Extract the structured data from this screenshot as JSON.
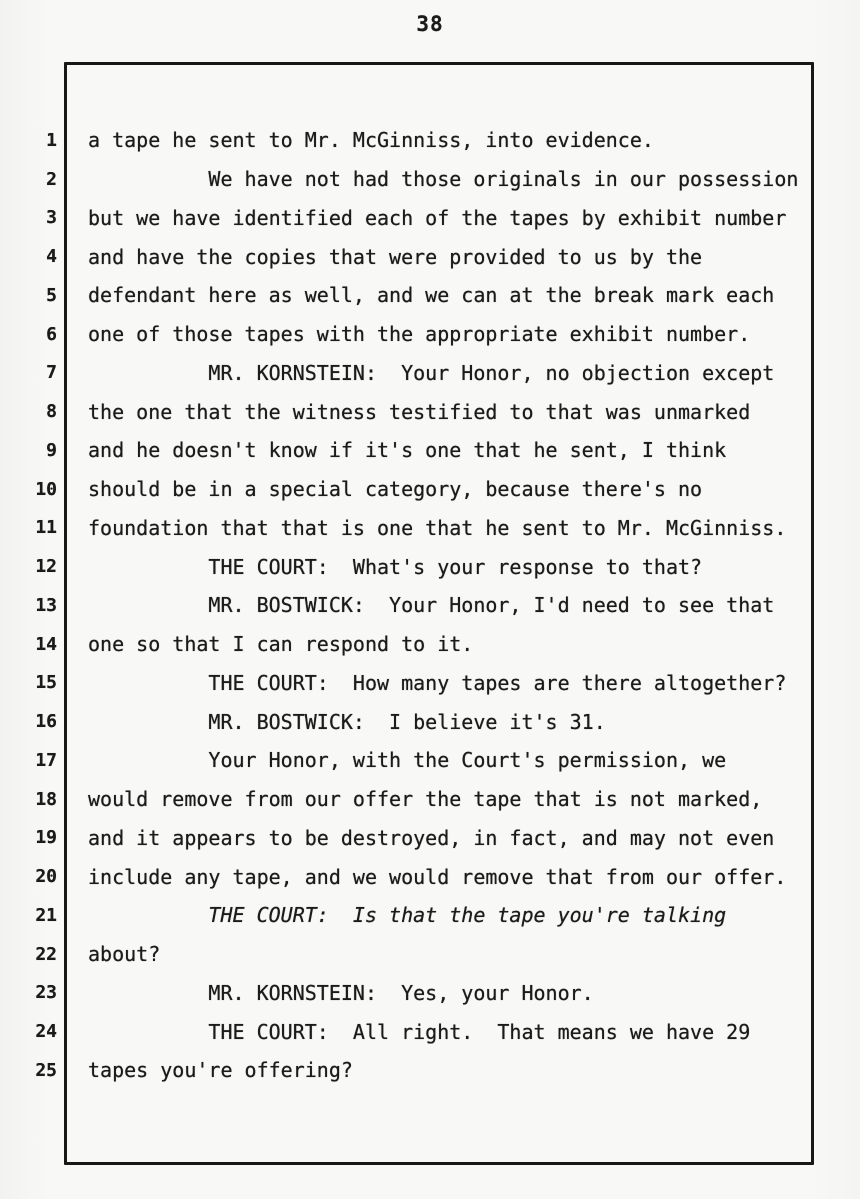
{
  "page": {
    "number": "38"
  },
  "colors": {
    "paper": "#f8f8f6",
    "ink": "#1b1b1b"
  },
  "transcript": {
    "lines": [
      {
        "num": "1",
        "text": "a tape he sent to Mr. McGinniss, into evidence."
      },
      {
        "num": "2",
        "text": "          We have not had those originals in our possession"
      },
      {
        "num": "3",
        "text": "but we have identified each of the tapes by exhibit number"
      },
      {
        "num": "4",
        "text": "and have the copies that were provided to us by the"
      },
      {
        "num": "5",
        "text": "defendant here as well, and we can at the break mark each"
      },
      {
        "num": "6",
        "text": "one of those tapes with the appropriate exhibit number."
      },
      {
        "num": "7",
        "text": "          MR. KORNSTEIN:  Your Honor, no objection except"
      },
      {
        "num": "8",
        "text": "the one that the witness testified to that was unmarked"
      },
      {
        "num": "9",
        "text": "and he doesn't know if it's one that he sent, I think"
      },
      {
        "num": "10",
        "text": "should be in a special category, because there's no"
      },
      {
        "num": "11",
        "text": "foundation that that is one that he sent to Mr. McGinniss."
      },
      {
        "num": "12",
        "text": "          THE COURT:  What's your response to that?"
      },
      {
        "num": "13",
        "text": "          MR. BOSTWICK:  Your Honor, I'd need to see that"
      },
      {
        "num": "14",
        "text": "one so that I can respond to it."
      },
      {
        "num": "15",
        "text": "          THE COURT:  How many tapes are there altogether?"
      },
      {
        "num": "16",
        "text": "          MR. BOSTWICK:  I believe it's 31."
      },
      {
        "num": "17",
        "text": "          Your Honor, with the Court's permission, we"
      },
      {
        "num": "18",
        "text": "would remove from our offer the tape that is not marked,"
      },
      {
        "num": "19",
        "text": "and it appears to be destroyed, in fact, and may not even"
      },
      {
        "num": "20",
        "text": "include any tape, and we would remove that from our offer.",
        "italic": false
      },
      {
        "num": "21",
        "text": "          THE COURT:  Is that the tape you're talking",
        "italic": true
      },
      {
        "num": "22",
        "text": "about?"
      },
      {
        "num": "23",
        "text": "          MR. KORNSTEIN:  Yes, your Honor."
      },
      {
        "num": "24",
        "text": "          THE COURT:  All right.  That means we have 29"
      },
      {
        "num": "25",
        "text": "tapes you're offering?"
      }
    ]
  }
}
